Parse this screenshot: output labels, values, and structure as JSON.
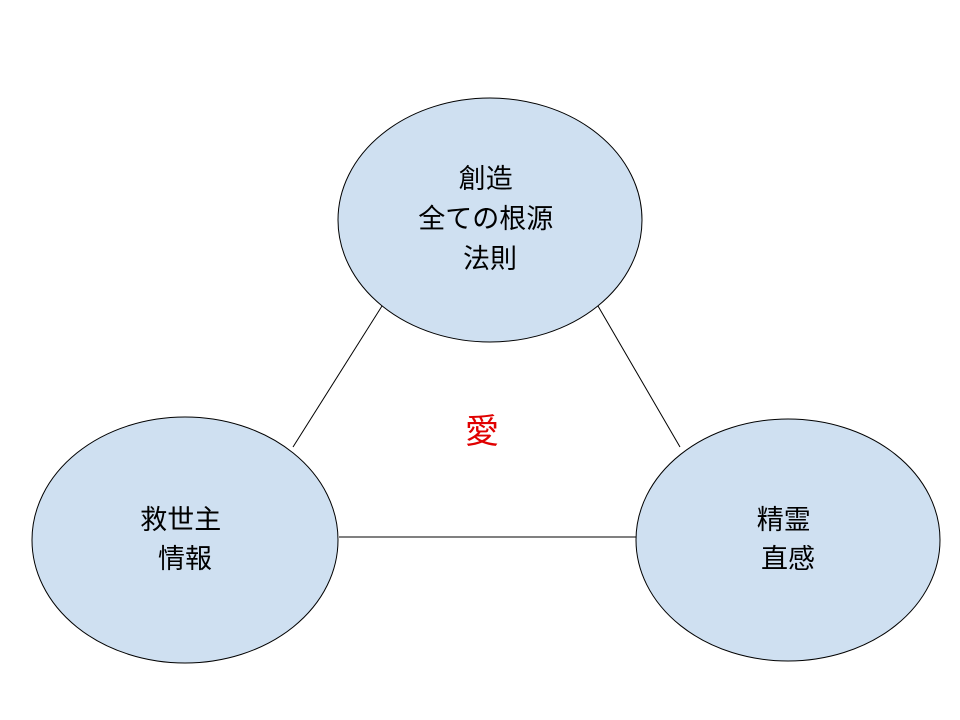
{
  "diagram": {
    "top_node": {
      "lines": [
        "創造",
        "全ての根源",
        "法則"
      ]
    },
    "left_node": {
      "lines": [
        "救世主",
        "情報"
      ]
    },
    "right_node": {
      "lines": [
        "精霊",
        "直感"
      ]
    },
    "center_label": "愛",
    "colors": {
      "node_fill": "#cfe0f1",
      "node_stroke": "#000000",
      "edge": "#000000",
      "center_text": "#e00000"
    }
  }
}
